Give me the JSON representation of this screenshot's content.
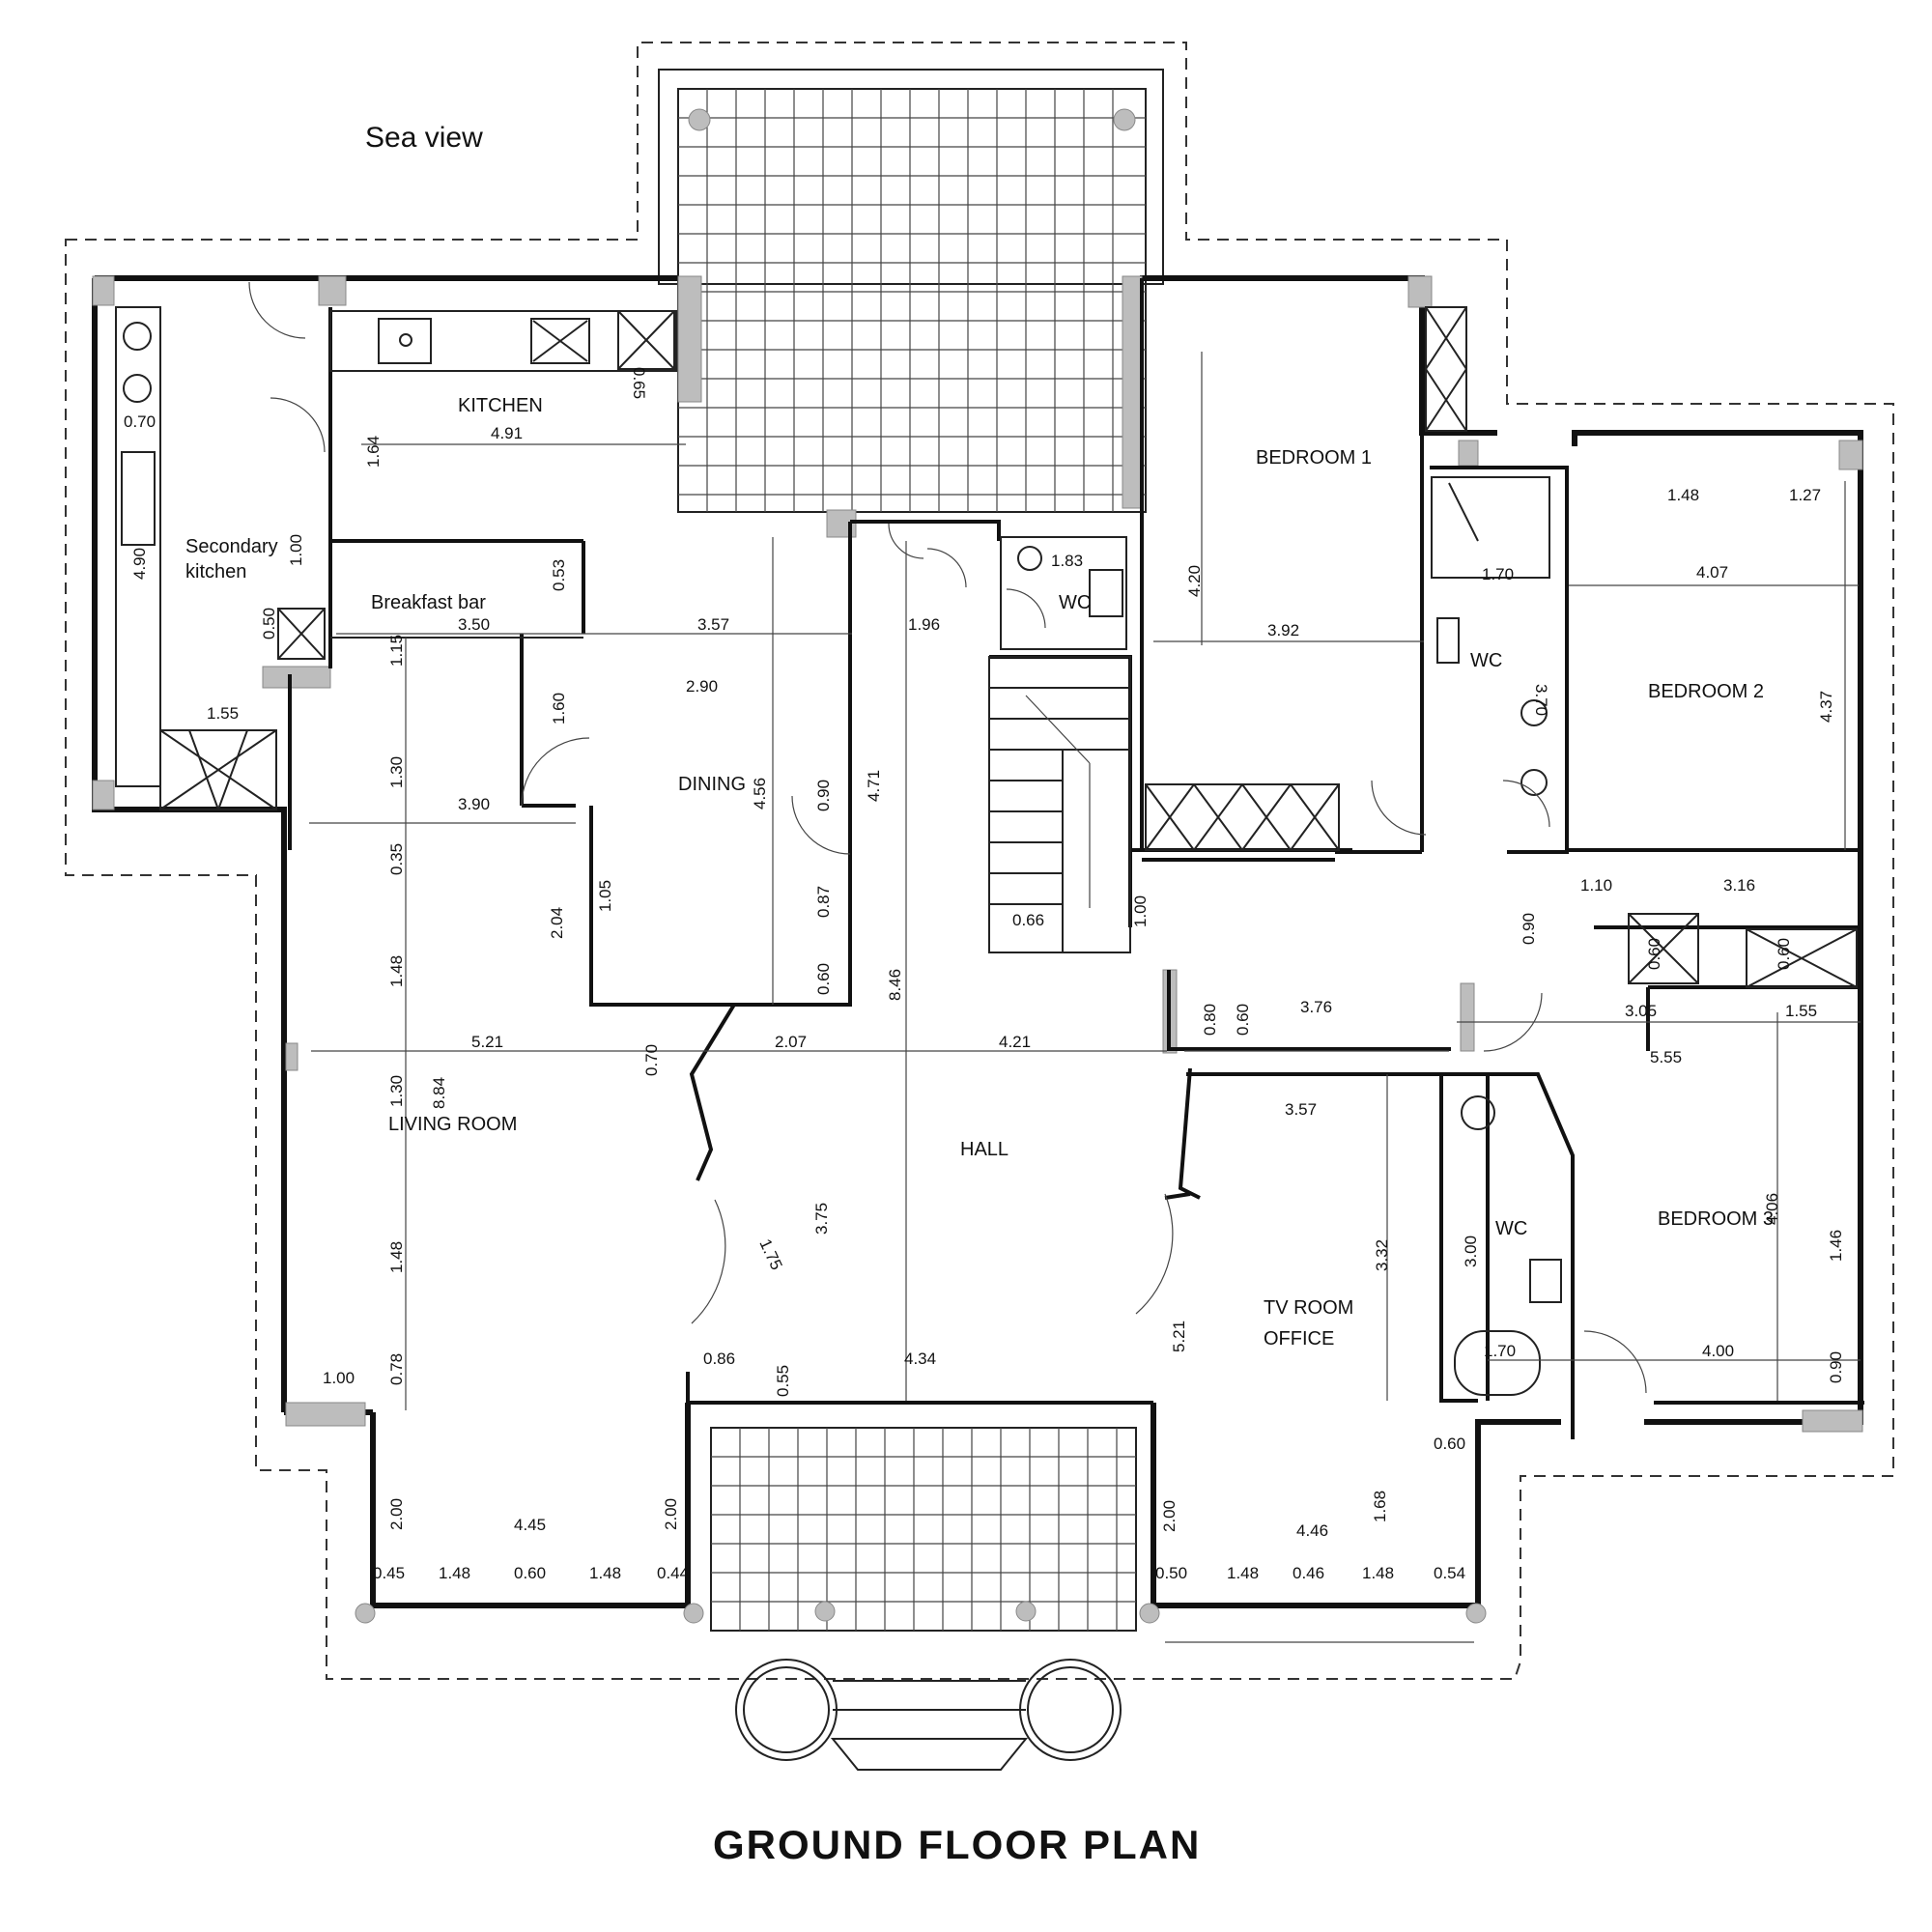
{
  "plan": {
    "title": "GROUND FLOOR PLAN",
    "orientation_note": "Sea view",
    "rooms": {
      "kitchen": "KITCHEN",
      "secondary_kitchen_1": "Secondary",
      "secondary_kitchen_2": "kitchen",
      "breakfast_bar": "Breakfast  bar",
      "dining": "DINING",
      "living_room": "LIVING ROOM",
      "hall": "HALL",
      "bedroom_1": "BEDROOM 1",
      "bedroom_2": "BEDROOM 2",
      "bedroom_3": "BEDROOM 3",
      "tv_room_1": "TV ROOM",
      "tv_room_2": "OFFICE",
      "wc_1": "WC",
      "wc_2": "WC",
      "wc_3": "WC"
    },
    "dimensions": {
      "kitchen_width": "4.91",
      "kitchen_depth": "1.64",
      "kitchen_unit": "0.65",
      "sec_kitchen_070": "0.70",
      "sec_kitchen_length": "4.90",
      "sec_kitchen_100": "1.00",
      "sec_kitchen_050": "0.50",
      "sec_kitchen_155": "1.55",
      "breakfast_350": "3.50",
      "breakfast_053": "0.53",
      "dining_357": "3.57",
      "dining_290": "2.90",
      "dining_160": "1.60",
      "dining_456": "4.56",
      "dining_471": "4.71",
      "dining_090": "0.90",
      "dining_087": "0.87",
      "dining_060": "0.60",
      "dining_204": "2.04",
      "dining_105": "1.05",
      "wc_183": "1.83",
      "hall_196": "1.96",
      "stair_066": "0.66",
      "hall_846": "8.46",
      "hall_100": "1.00",
      "living_115": "1.15",
      "living_130a": "1.30",
      "living_390": "3.90",
      "living_035": "0.35",
      "living_148a": "1.48",
      "living_521": "5.21",
      "living_070": "0.70",
      "living_130b": "1.30",
      "living_884": "8.84",
      "living_148b": "1.48",
      "living_078": "0.78",
      "living_100": "1.00",
      "living_200a": "2.00",
      "living_445": "4.45",
      "living_200b": "2.00",
      "living_045": "0.45",
      "living_148c": "1.48",
      "living_060": "0.60",
      "living_148d": "1.48",
      "living_044": "0.44",
      "hall_207": "2.07",
      "hall_421": "4.21",
      "hall_375": "3.75",
      "hall_175": "1.75",
      "hall_086": "0.86",
      "hall_055": "0.55",
      "hall_434": "4.34",
      "bed1_420": "4.20",
      "bed1_392": "3.92",
      "bed2_148": "1.48",
      "bed2_127": "1.27",
      "bed2_170": "1.70",
      "bed2_407": "4.07",
      "bed2_370": "3.70",
      "bed2_437": "4.37",
      "bed2_110": "1.10",
      "bed2_316": "3.16",
      "bed2_090": "0.90",
      "bed2_060a": "0.60",
      "bed2_060b": "0.60",
      "tv_080": "0.80",
      "tv_060": "0.60",
      "tv_376": "3.76",
      "bed3_305": "3.05",
      "bed3_155": "1.55",
      "bed3_555": "5.55",
      "tv_357": "3.57",
      "tv_332": "3.32",
      "tv_521": "5.21",
      "bed3_300": "3.00",
      "bed3_406": "4.06",
      "bed3_146": "1.46",
      "bed3_170": "1.70",
      "bed3_400": "4.00",
      "bed3_090": "0.90",
      "tv_200": "2.00",
      "tv_168": "1.68",
      "tv_446": "4.46",
      "tv_050": "0.50",
      "tv_148a": "1.48",
      "tv_046": "0.46",
      "tv_148b": "1.48",
      "tv_054": "0.54"
    }
  }
}
